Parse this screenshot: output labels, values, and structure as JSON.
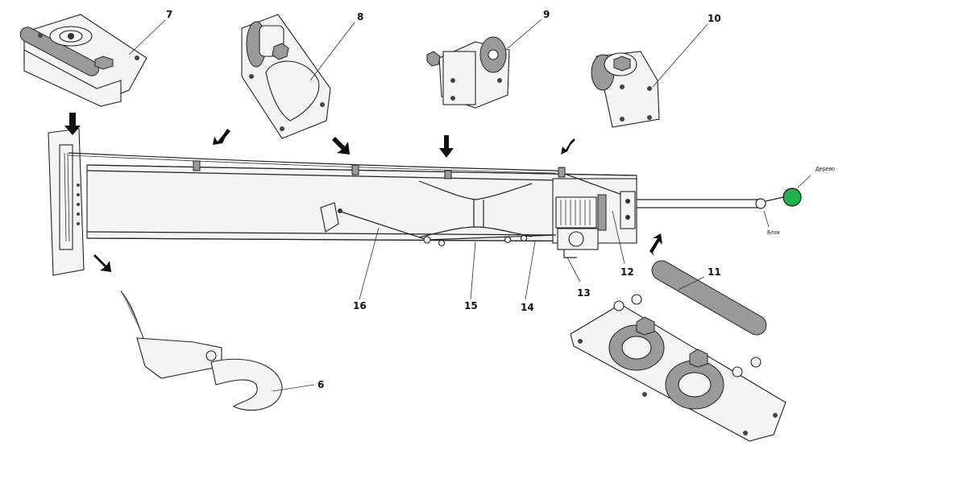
{
  "part_numbers": [
    "7",
    "8",
    "9",
    "10",
    "11",
    "12",
    "13",
    "14",
    "15",
    "16",
    "6"
  ],
  "annotations": {
    "tree_label": "Дерево",
    "block_label": "Блок"
  },
  "colors": {
    "tree_marker": "#1fb34a",
    "line": "#222222"
  }
}
